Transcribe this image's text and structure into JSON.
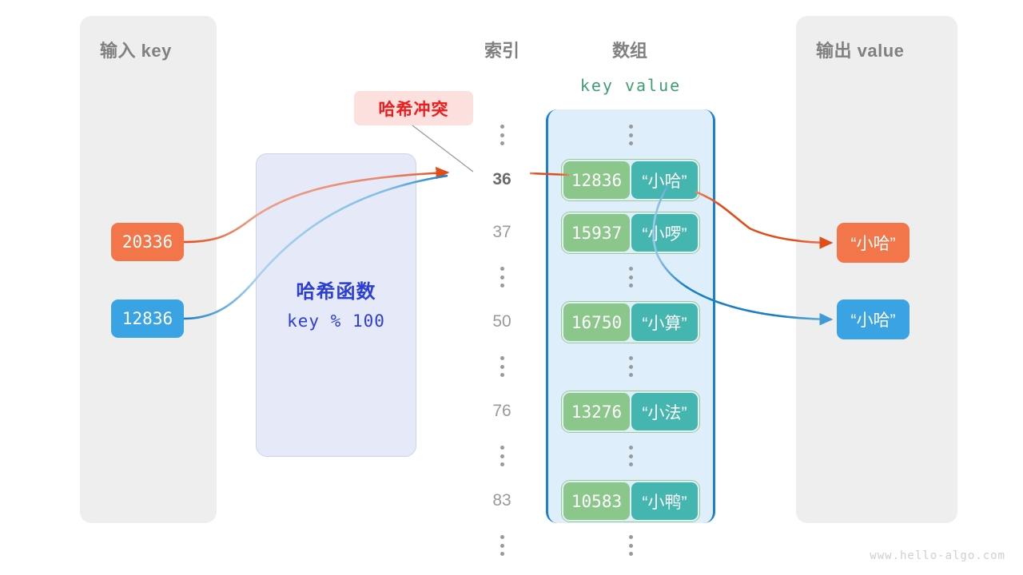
{
  "input_panel": {
    "title": "输入 key"
  },
  "output_panel": {
    "title": "输出 value"
  },
  "hash_function": {
    "title": "哈希函数",
    "expression": "key % 100"
  },
  "collision_badge": {
    "label": "哈希冲突"
  },
  "columns": {
    "index_header": "索引",
    "array_header": "数组",
    "kv_header": "key  value"
  },
  "input_keys": [
    {
      "value": "20336",
      "color": "#f2764a"
    },
    {
      "value": "12836",
      "color": "#3aa3e3"
    }
  ],
  "output_values": [
    {
      "value": "“小哈”",
      "color": "#f2764a"
    },
    {
      "value": "“小哈”",
      "color": "#3aa3e3"
    }
  ],
  "rows": [
    {
      "type": "ellipsis",
      "index": "⋮"
    },
    {
      "type": "entry",
      "index": "36",
      "highlight": true,
      "key": "12836",
      "value": "“小哈”"
    },
    {
      "type": "entry",
      "index": "37",
      "highlight": false,
      "key": "15937",
      "value": "“小啰”"
    },
    {
      "type": "ellipsis",
      "index": "⋮"
    },
    {
      "type": "entry",
      "index": "50",
      "highlight": false,
      "key": "16750",
      "value": "“小算”"
    },
    {
      "type": "ellipsis",
      "index": "⋮"
    },
    {
      "type": "entry",
      "index": "76",
      "highlight": false,
      "key": "13276",
      "value": "“小法”"
    },
    {
      "type": "ellipsis",
      "index": "⋮"
    },
    {
      "type": "entry",
      "index": "83",
      "highlight": false,
      "key": "10583",
      "value": "“小鸭”"
    },
    {
      "type": "ellipsis",
      "index": "⋮"
    }
  ],
  "watermark": "www.hello-algo.com",
  "colors": {
    "orange": "#f2764a",
    "orange_line": "#e04d18",
    "blue": "#3aa3e3",
    "blue_line": "#1a7fc4",
    "green_key": "#8bc78a",
    "teal_value": "#45b5af",
    "array_fill": "#dfeefb",
    "array_border": "#1c7fd0",
    "panel_gray": "#eeeeee",
    "panel_violet": "#e6e9f8",
    "hash_text": "#2b3ed6",
    "badge_bg": "#fbe0de",
    "badge_text": "#ee1c1c",
    "muted_text": "#9a9a9a",
    "title_text": "#808080"
  }
}
